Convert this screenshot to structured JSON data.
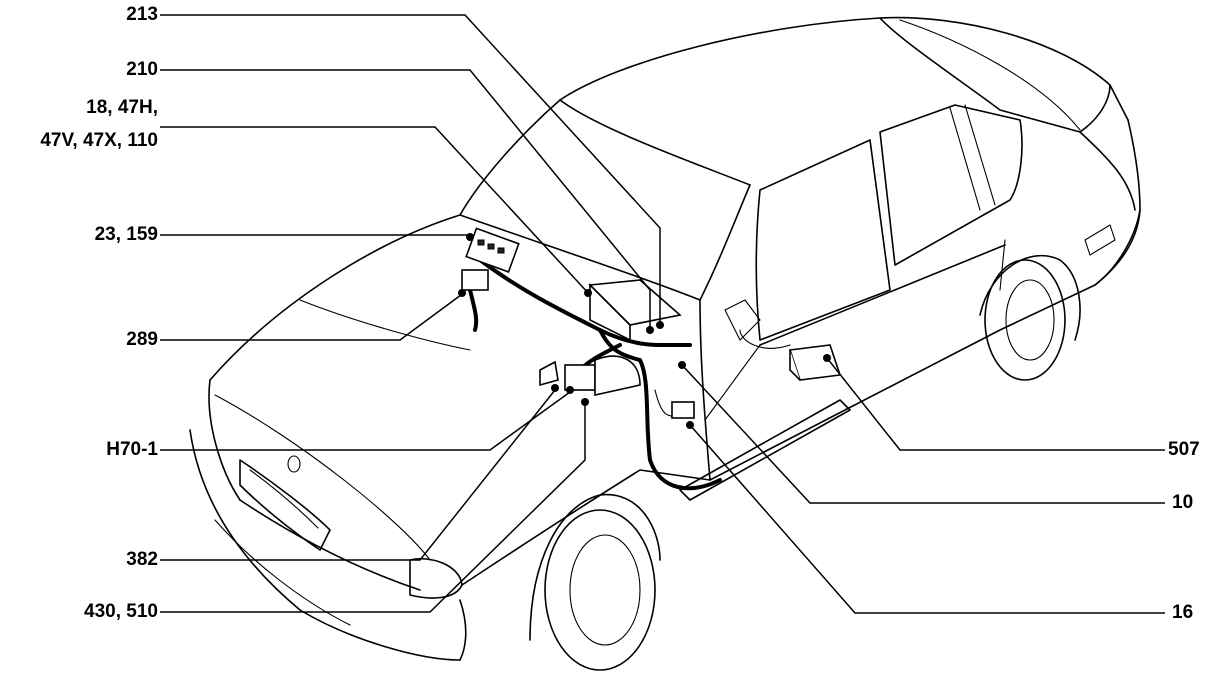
{
  "callouts": {
    "c213": "213",
    "c210": "210",
    "c18_line1": "18, 47H,",
    "c18_line2": "47V, 47X, 110",
    "c23": "23, 159",
    "c289": "289",
    "cH70": "H70-1",
    "c382": "382",
    "c430": "430, 510",
    "c507": "507",
    "c10": "10",
    "c16": "16"
  }
}
